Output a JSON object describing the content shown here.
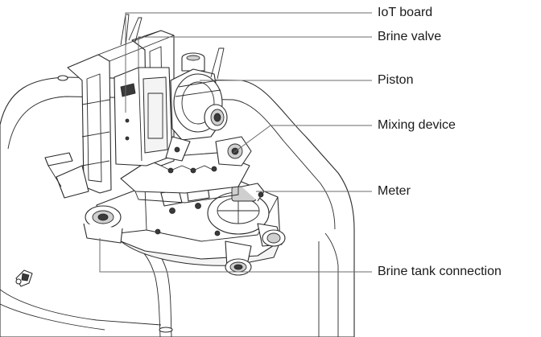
{
  "labels": {
    "iot_board": "IoT board",
    "brine_valve": "Brine valve",
    "piston": "Piston",
    "mixing_device": "Mixing device",
    "meter": "Meter",
    "brine_tank_connection": "Brine tank connection"
  },
  "colors": {
    "text": "#1a1a1a",
    "leader_line": "#6b6b6b",
    "outline": "#2a2a2a",
    "background": "#ffffff"
  }
}
